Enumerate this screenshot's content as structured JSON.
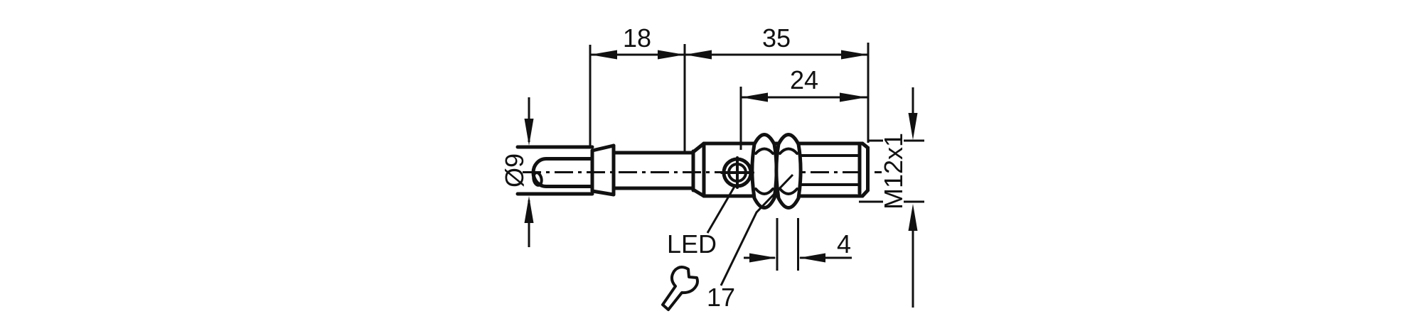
{
  "drawing": {
    "background": "#ffffff",
    "line_color": "#111111",
    "dim_cable_section": "18",
    "dim_body_length": "35",
    "dim_thread_length": "24",
    "dim_nut_width": "4",
    "wrench_size": "17",
    "led_label": "LED",
    "cable_diameter": "Ø9",
    "thread_spec": "M12x1"
  }
}
